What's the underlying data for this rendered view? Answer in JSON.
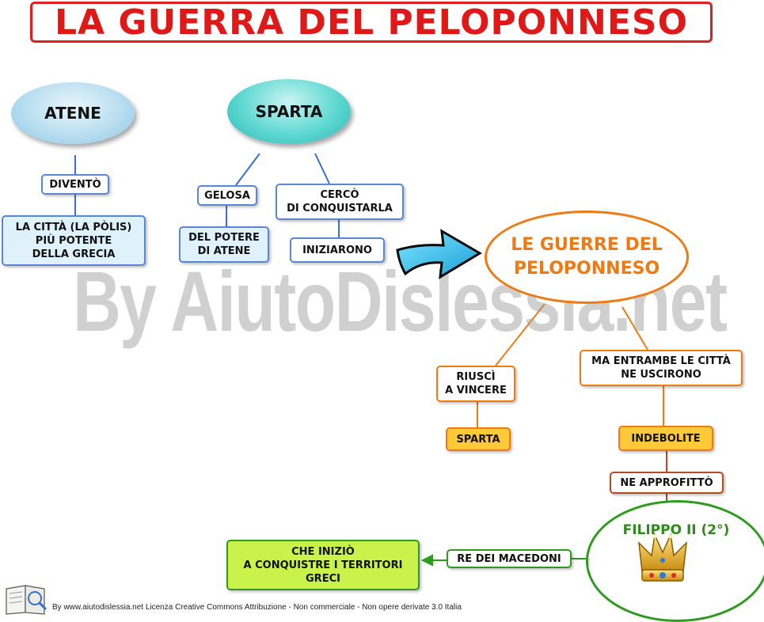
{
  "title": "LA GUERRA DEL PELOPONNESO",
  "watermark": "By AiutoDislessia.net",
  "nodes": {
    "atene": "ATENE",
    "sparta": "SPARTA",
    "divento": "DIVENTÒ",
    "citta_line1": "LA CITTÀ (LA PÒLIS)",
    "citta_line2": "PIÙ POTENTE",
    "citta_line3": "DELLA GRECIA",
    "gelosa": "GELOSA",
    "potere_line1": "DEL POTERE",
    "potere_line2": "DI ATENE",
    "cerco_line1": "CERCÒ",
    "cerco_line2": "DI CONQUISTARLA",
    "iniziarono": "INIZIARONO",
    "guerre_line1": "LE GUERRE DEL",
    "guerre_line2": "PELOPONNESO",
    "riusci_line1": "RIUSCÌ",
    "riusci_line2": "A VINCERE",
    "sparta_result": "SPARTA",
    "entrambe_line1": "MA ENTRAMBE LE CITTÀ",
    "entrambe_line2": "NE USCIRONO",
    "indebolite": "INDEBOLITE",
    "approfitto": "NE APPROFITTÒ",
    "filippo": "FILIPPO II (2°)",
    "re": "RE DEI MACEDONI",
    "inizio_line1": "CHE INIZIÒ",
    "inizio_line2": "A CONQUISTRE I TERRITORI",
    "inizio_line3": "GRECI"
  },
  "footer": "By www.aiutodislessia.net Licenza Creative Commons Attribuzione - Non commerciale - Non opere derivate 3.0 Italia",
  "icons": [
    "crown-icon",
    "cyan-arrow-icon",
    "book-logo-icon"
  ],
  "colors": {
    "title_red": "#e01818",
    "blue_border": "#5a86d8",
    "orange": "#f07a12",
    "yellow_fill": "#ffc93a",
    "brown": "#b84a1e",
    "green": "#2e9a1e",
    "green_fill": "#c9f24a"
  }
}
